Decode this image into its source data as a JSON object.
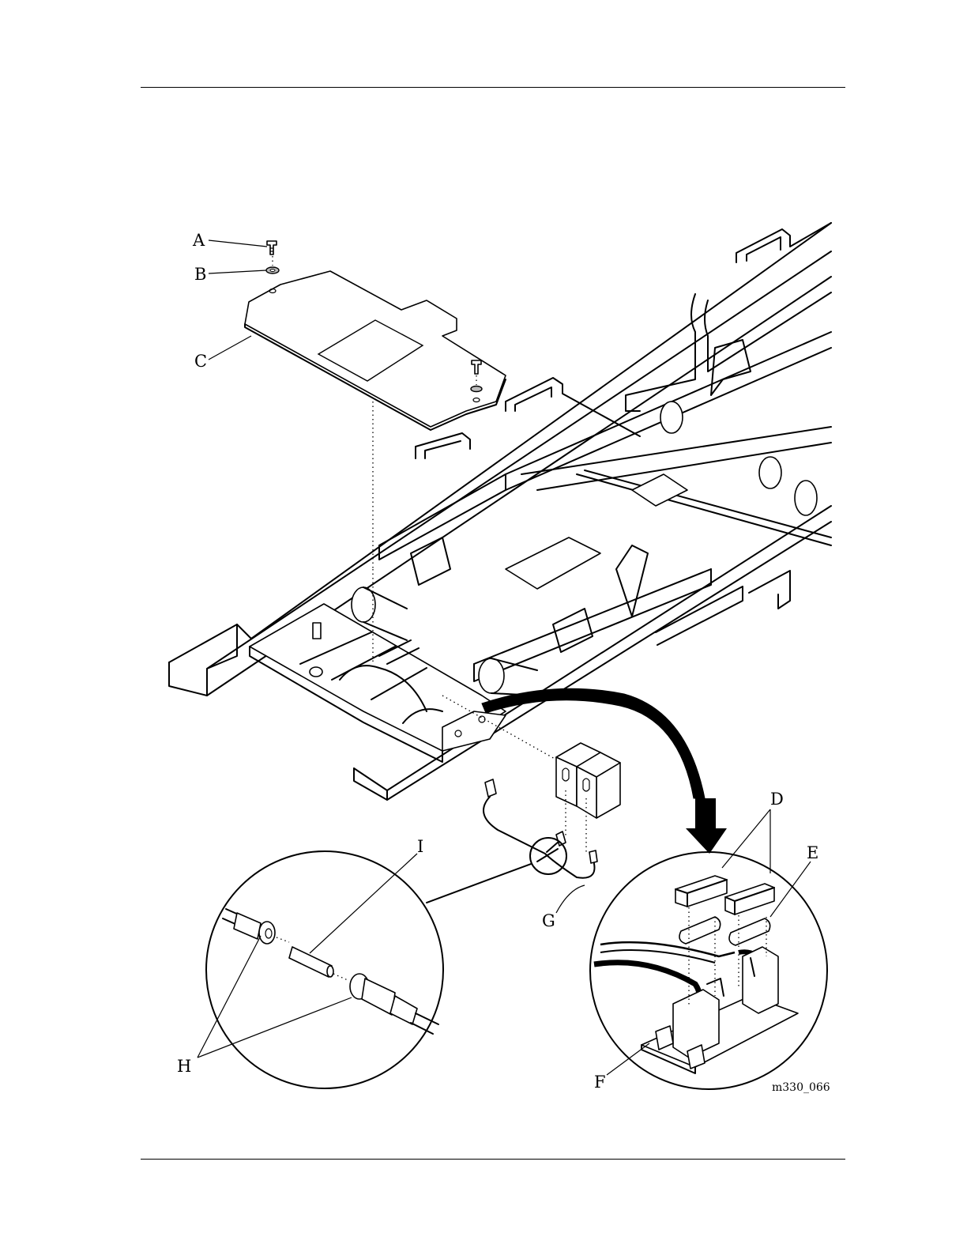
{
  "figure": {
    "figure_id": "m330_066",
    "callouts": {
      "a": "A",
      "b": "B",
      "c": "C",
      "d": "D",
      "e": "E",
      "f": "F",
      "g": "G",
      "h": "H",
      "i": "I"
    }
  }
}
